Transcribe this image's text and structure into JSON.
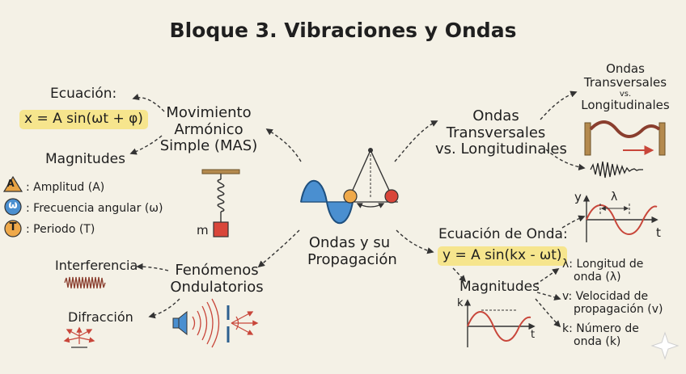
{
  "title": "Bloque 3. Vibraciones y Ondas",
  "center": {
    "line1": "Ondas y su",
    "line2": "Propagación"
  },
  "mas": {
    "line1": "Movimiento",
    "line2": "Armónico",
    "line3": "Simple (MAS)",
    "mass_label": "m",
    "equation_heading": "Ecuación:",
    "equation": "x = A sin(ωt + φ)",
    "magnitudes_heading": "Magnitudes",
    "magnitudes": [
      {
        "glyph": "A",
        "text": ": Amplitud (A)",
        "color": "#e8a343"
      },
      {
        "glyph": "ω",
        "text": ": Frecuencia angular (ω)",
        "color": "#4a8fd0"
      },
      {
        "glyph": "T",
        "text": ": Periodo (T)",
        "color": "#efa94a"
      }
    ]
  },
  "types": {
    "line1": "Ondas",
    "line2": "Transversales",
    "line3": "vs. Longitudinales",
    "label_line1": "Ondas",
    "label_line2": "Transversales",
    "label_line3": "vs.",
    "label_line4": "Longitudinales"
  },
  "wave_eq": {
    "heading": "Ecuación de Onda:",
    "equation": "y = A sin(kx - ωt)",
    "axis_y": "y",
    "axis_t": "t",
    "lambda": "λ"
  },
  "wave_mag": {
    "heading": "Magnitudes",
    "axis_k": "k",
    "axis_t": "t",
    "items": [
      {
        "line1": "λ: Longitud de",
        "line2": "onda (λ)"
      },
      {
        "line1": "v: Velocidad de",
        "line2": "propagación (v)"
      },
      {
        "line1": "k: Número de",
        "line2": "onda (k)"
      }
    ]
  },
  "phenomena": {
    "line1": "Fenómenos",
    "line2": "Ondulatorios",
    "interference": "Interferencia",
    "diffraction": "Difracción"
  },
  "colors": {
    "highlight": "#f6e58d",
    "blue": "#4a8fd0",
    "red": "#c8463a",
    "orange": "#e8a343"
  }
}
